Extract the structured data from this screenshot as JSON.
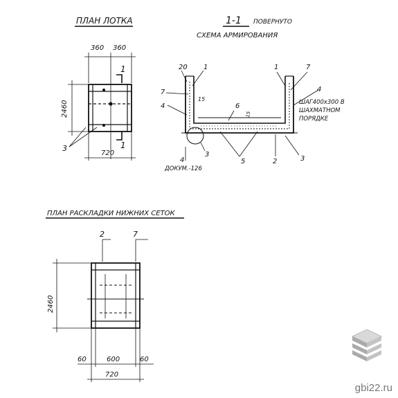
{
  "titles": {
    "plan_tray": "ПЛАН ЛОТКА",
    "section": "1-1",
    "rotated": "ПОВЕРНУТО",
    "reinforcement_scheme": "СХЕМА АРМИРОВАНИЯ",
    "bottom_mesh_plan": "ПЛАН РАСКЛАДКИ НИЖНИХ СЕТОК"
  },
  "plan_tray": {
    "dim_top_left": "360",
    "dim_top_right": "360",
    "dim_height": "2460",
    "dim_bottom": "720",
    "cut_top": "1",
    "cut_bottom": "1",
    "callout": "3"
  },
  "section": {
    "callouts": [
      "20",
      "1",
      "7",
      "4",
      "15",
      "6",
      "15",
      "1",
      "7",
      "4",
      "3",
      "5",
      "2",
      "3",
      "4"
    ],
    "note_line1": "ШАГ400х300 В",
    "note_line2": "ШАХМАТНОМ",
    "note_line3": "ПОРЯДКЕ",
    "doc_ref": "ДОКУМ.-126"
  },
  "mesh_plan": {
    "callout_left": "2",
    "callout_right": "7",
    "dim_height": "2460",
    "dim_left": "60",
    "dim_mid": "600",
    "dim_right": "60",
    "dim_total": "720"
  },
  "watermark": {
    "text": "gbi22.ru",
    "logo": "stacked-slabs-icon"
  }
}
